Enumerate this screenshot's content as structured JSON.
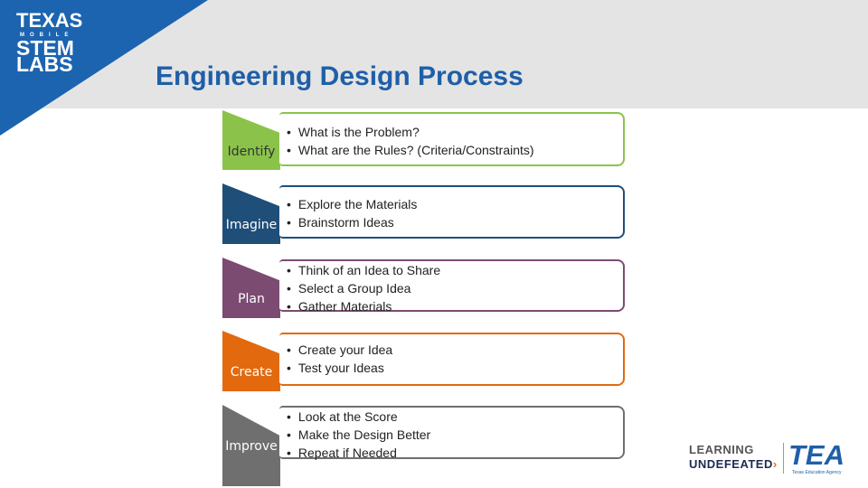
{
  "branding": {
    "logo": {
      "line1": "TEXAS",
      "line2": "MOBILE",
      "line3": "STEM",
      "line4": "LABS"
    },
    "title": "Engineering Design Process",
    "colors": {
      "corner": "#1c64b0",
      "title": "#1f5fa8",
      "band": "#e4e4e4"
    }
  },
  "steps": [
    {
      "label": "Identify",
      "color": "#8bc34a",
      "bullets": [
        "What is the Problem?",
        "What are the Rules? (Criteria/Constraints)"
      ]
    },
    {
      "label": "Imagine",
      "color": "#1f4e79",
      "bullets": [
        "Explore the Materials",
        "Brainstorm Ideas"
      ]
    },
    {
      "label": "Plan",
      "color": "#7b4b72",
      "bullets": [
        "Think of an Idea to Share",
        "Select a Group Idea",
        "Gather Materials"
      ]
    },
    {
      "label": "Create",
      "color": "#e3690e",
      "bullets": [
        "Create your Idea",
        "Test your Ideas"
      ]
    },
    {
      "label": "Improve",
      "color": "#6f6f6f",
      "bullets": [
        "Look at the Score",
        "Make the Design Better",
        "Repeat if Needed"
      ]
    }
  ],
  "footer": {
    "learning": "LEARNING",
    "undefeated": "UNDEFEATED",
    "tea": "TEA",
    "tea_sub": "Texas Education Agency"
  }
}
